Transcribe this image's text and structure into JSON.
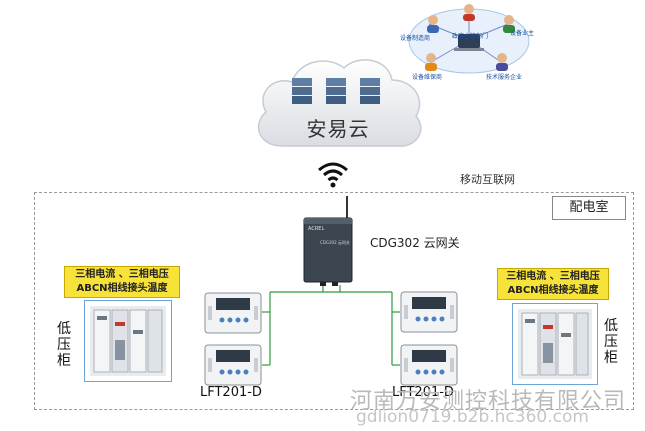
{
  "cloud": {
    "title": "安易云"
  },
  "users": [
    {
      "label": "设备制造商"
    },
    {
      "label": "政府主管部门"
    },
    {
      "label": "设备业主"
    },
    {
      "label": "设备维保商"
    },
    {
      "label": "技术服务企业"
    }
  ],
  "network": {
    "label": "移动互联网"
  },
  "room": {
    "label": "配电室"
  },
  "gateway": {
    "label": "CDG302 云网关",
    "brand": "ACREL",
    "model_text": "CDG302 云网关"
  },
  "cabinets": [
    {
      "tag_line1": "三相电流 、三相电压",
      "tag_line2": "ABCN相线接头温度",
      "vertical_label": [
        "低",
        "压",
        "柜"
      ]
    },
    {
      "tag_line1": "三相电流 、三相电压",
      "tag_line2": "ABCN相线接头温度",
      "vertical_label": [
        "低",
        "压",
        "柜"
      ]
    }
  ],
  "devices": [
    {
      "label": "LFT201-D"
    },
    {
      "label": "LFT201-D"
    }
  ],
  "watermark": {
    "line1": "河南万安测控科技有限公司",
    "line2": "gdlion0719.b2b.hc360.com"
  },
  "colors": {
    "line": "#2e9a3e",
    "cloud_text": "#333333",
    "tag_bg": "#f7e23a",
    "gateway": "#3c4650"
  }
}
